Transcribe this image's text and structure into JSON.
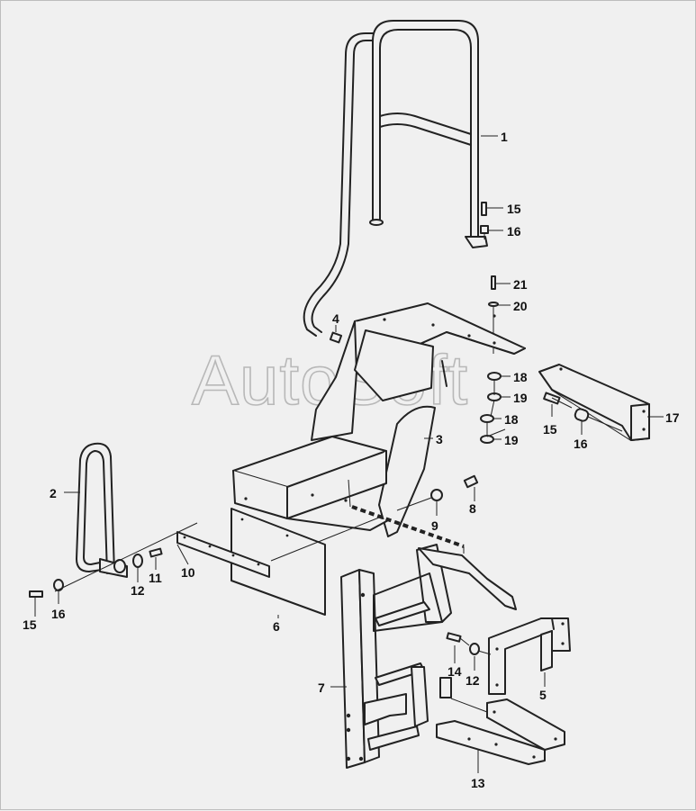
{
  "watermark": "AutoSoft",
  "callouts": {
    "c1": "1",
    "c2": "2",
    "c3": "3",
    "c4": "4",
    "c5": "5",
    "c6": "6",
    "c7": "7",
    "c8": "8",
    "c9": "9",
    "c10": "10",
    "c11": "11",
    "c12a": "12",
    "c12b": "12",
    "c13": "13",
    "c14": "14",
    "c15a": "15",
    "c15b": "15",
    "c15c": "15",
    "c16a": "16",
    "c16b": "16",
    "c16c": "16",
    "c17": "17",
    "c18a": "18",
    "c18b": "18",
    "c19a": "19",
    "c19b": "19",
    "c20": "20",
    "c21": "21"
  },
  "colors": {
    "background": "#f0f0f0",
    "ink": "#222222",
    "watermark": "#b8b8b8"
  }
}
